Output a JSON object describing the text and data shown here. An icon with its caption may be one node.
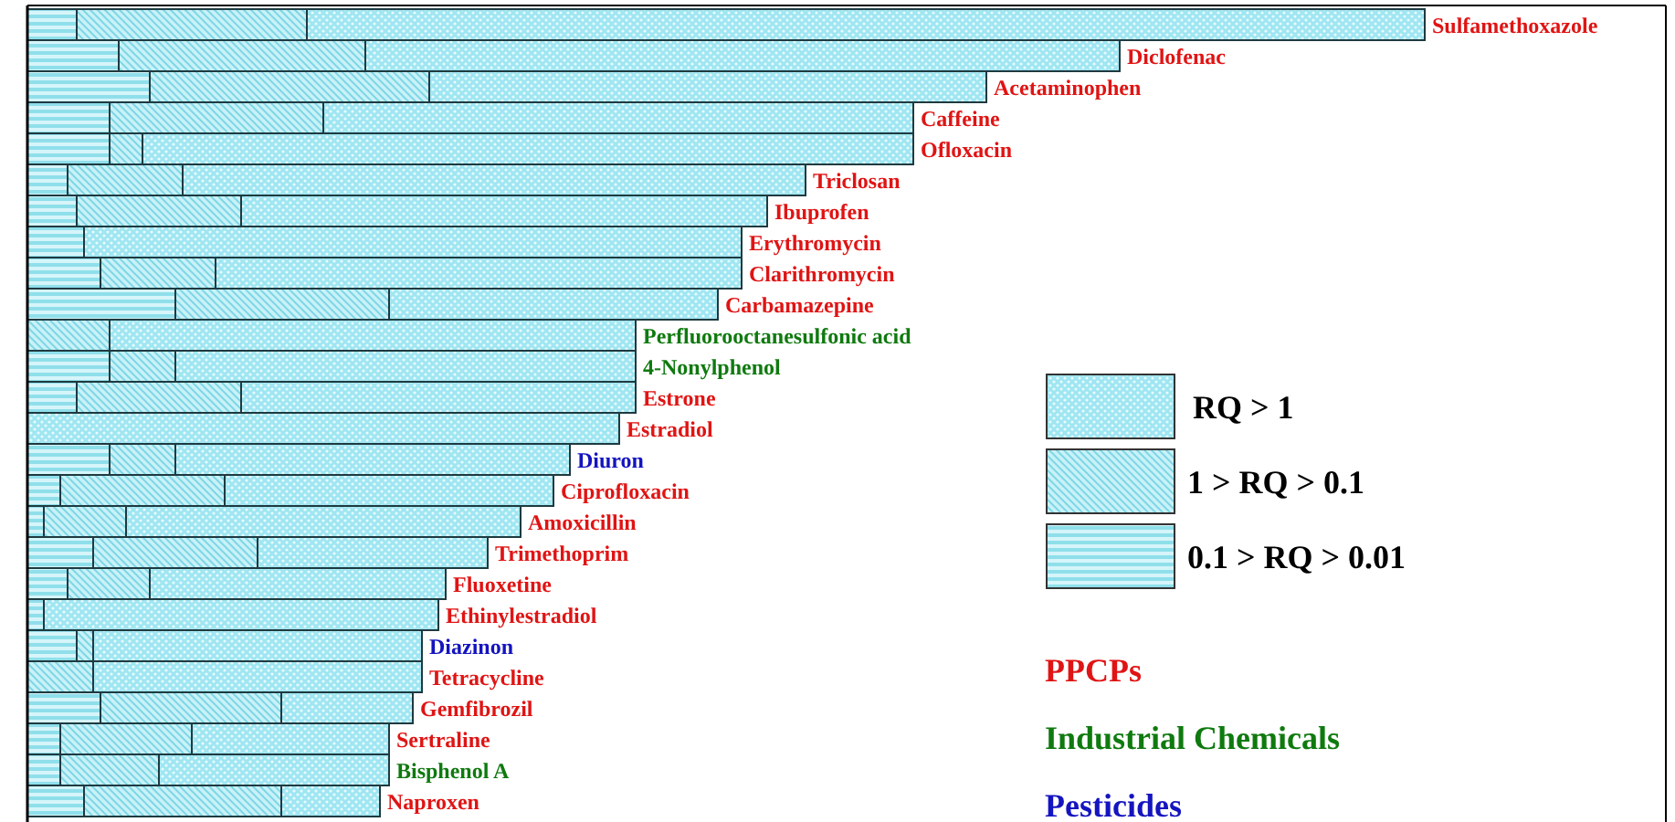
{
  "diagram": {
    "labels": [
      "Sulfamethoxazole",
      "Diclofenac",
      "Acetaminophen",
      "Caffeine",
      "Ofloxacin",
      "Triclosan",
      "Ibuprofen",
      "Erythromycin",
      "Clarithromycin",
      "Carbamazepine",
      "Perfluorooctanesulfonic acid",
      "4-Nonylphenol",
      "Estrone",
      "Estradiol",
      "Diuron",
      "Ciprofloxacin",
      "Amoxicillin",
      "Trimethoprim",
      "Fluoxetine",
      "Ethinylestradiol",
      "Diazinon",
      "Tetracycline",
      "Gemfibrozil",
      "Sertraline",
      "Bisphenol A",
      "Naproxen"
    ],
    "legend": [
      {
        "text": "RQ > 1"
      },
      {
        "text": "1 > RQ > 0.1"
      },
      {
        "text": "0.1 > RQ > 0.01"
      },
      {
        "text": "PPCPs",
        "color": "#e01414"
      },
      {
        "text": "Industrial Chemicals",
        "color": "#0f7a0f"
      },
      {
        "text": "Pesticides",
        "color": "#1414c0"
      }
    ]
  }
}
